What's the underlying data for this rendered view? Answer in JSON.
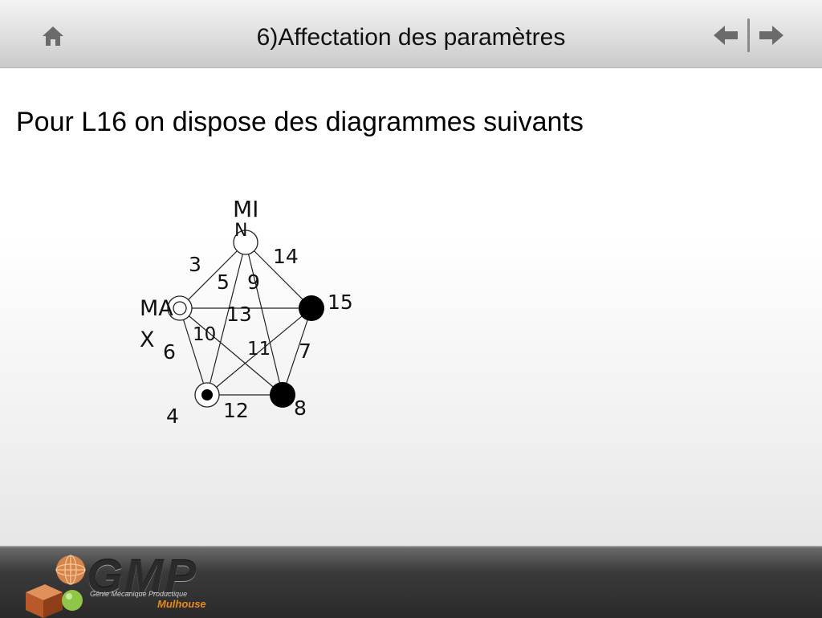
{
  "header": {
    "title": "6)Affectation des paramètres",
    "home_icon": "home-icon",
    "prev_icon": "arrow-left-icon",
    "next_icon": "arrow-right-icon"
  },
  "main": {
    "subtitle": "Pour L16 on dispose des diagrammes suivants"
  },
  "diagram": {
    "labels": {
      "top_node": "MI",
      "top_node_cut": "N",
      "left_node_line1": "MA",
      "left_node_line2": "X",
      "n3": "3",
      "n4": "4",
      "n5": "5",
      "n6": "6",
      "n7": "7",
      "n8": "8",
      "n9": "9",
      "n10": "10",
      "n11": "11",
      "n12": "12",
      "n13": "13",
      "n14": "14",
      "n15": "15"
    }
  },
  "footer": {
    "logo_text": "GMP",
    "logo_subtitle": "Génie Mécanique Productique",
    "logo_city": "Mulhouse",
    "accent_color": "#e98a1a"
  }
}
